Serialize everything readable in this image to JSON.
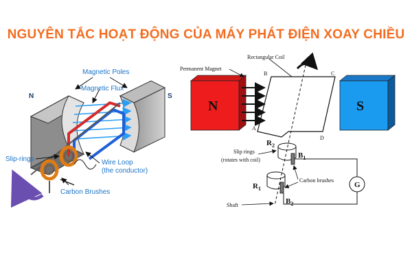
{
  "title": "NGUYÊN TẮC HOẠT ĐỘNG CỦA MÁY PHÁT ĐIỆN XOAY CHIỀU",
  "left_diagram": {
    "magnetic_poles": "Magnetic Poles",
    "magnetic_flux": "Magnetic Flux",
    "north": "N",
    "south": "S",
    "slip_rings": "Slip-rings",
    "wire_loop_1": "Wire Loop",
    "wire_loop_2": "(the conductor)",
    "carbon_brushes": "Carbon Brushes"
  },
  "right_diagram": {
    "permanent_magnet": "Permanent Magnet",
    "rectangular_coil": "Rectangular Coil",
    "north": "N",
    "south": "S",
    "corner_a": "A",
    "corner_b": "B",
    "corner_c": "C",
    "corner_d": "D",
    "r2": "R",
    "r2_sub": "2",
    "r1": "R",
    "r1_sub": "1",
    "b1": "B",
    "b1_sub": "1",
    "b2": "B",
    "b2_sub": "2",
    "slip_rings": "Slip rings",
    "rotates_with_coil": "(rotates with coil)",
    "carbon_brushes": "Carbon brushes",
    "shaft": "Shaft",
    "galvanometer": "G"
  }
}
